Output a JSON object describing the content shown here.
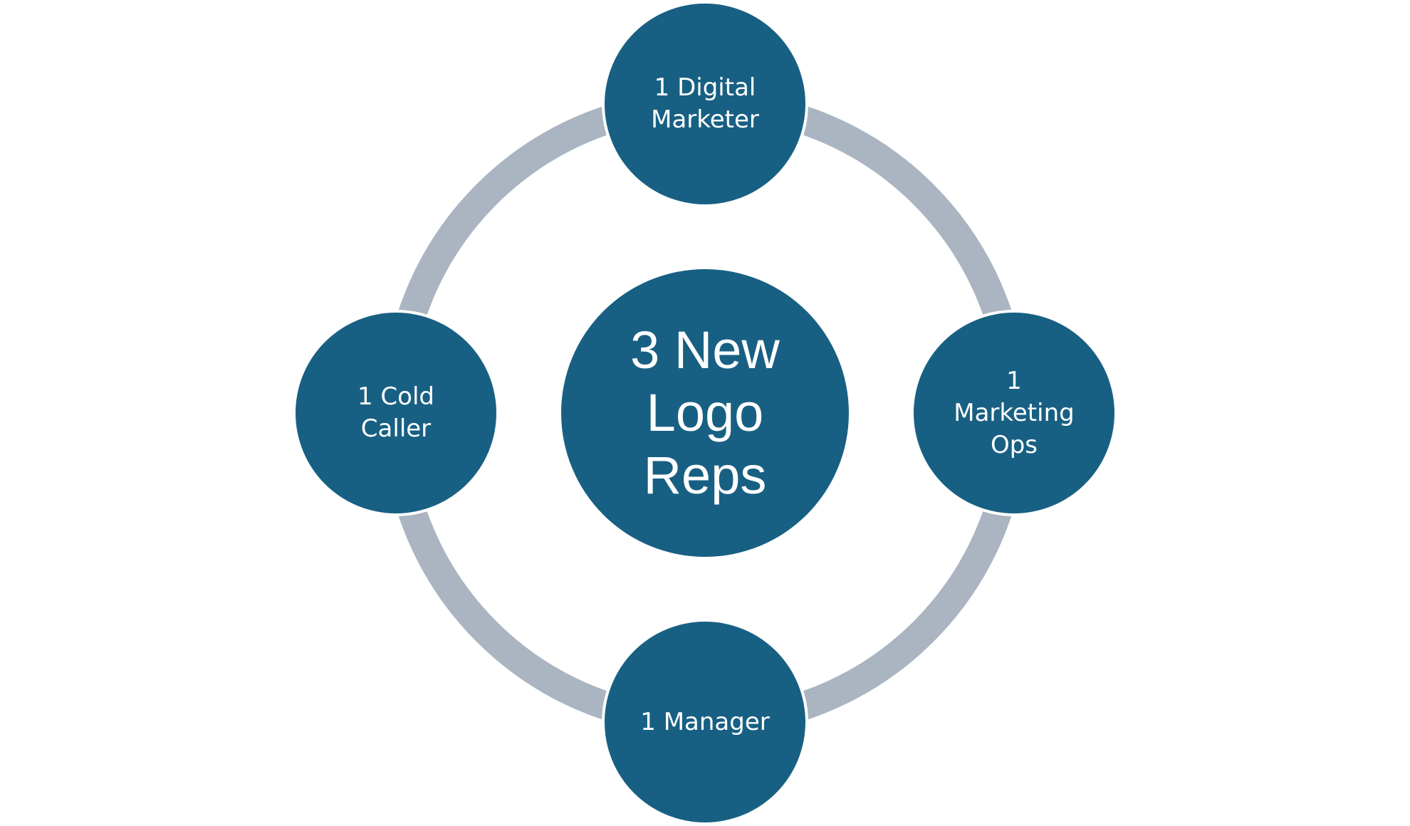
{
  "colors": {
    "node": "#186083",
    "ring": "#AAB5C1",
    "text": "#FFFFFF",
    "background": "#FFFFFF"
  },
  "center": {
    "label": "3 New\nLogo\nReps"
  },
  "nodes": [
    {
      "id": "top",
      "label": "1 Digital\nMarketer"
    },
    {
      "id": "right",
      "label": "1\nMarketing\nOps"
    },
    {
      "id": "bottom",
      "label": "1 Manager"
    },
    {
      "id": "left",
      "label": "1 Cold\nCaller"
    }
  ]
}
